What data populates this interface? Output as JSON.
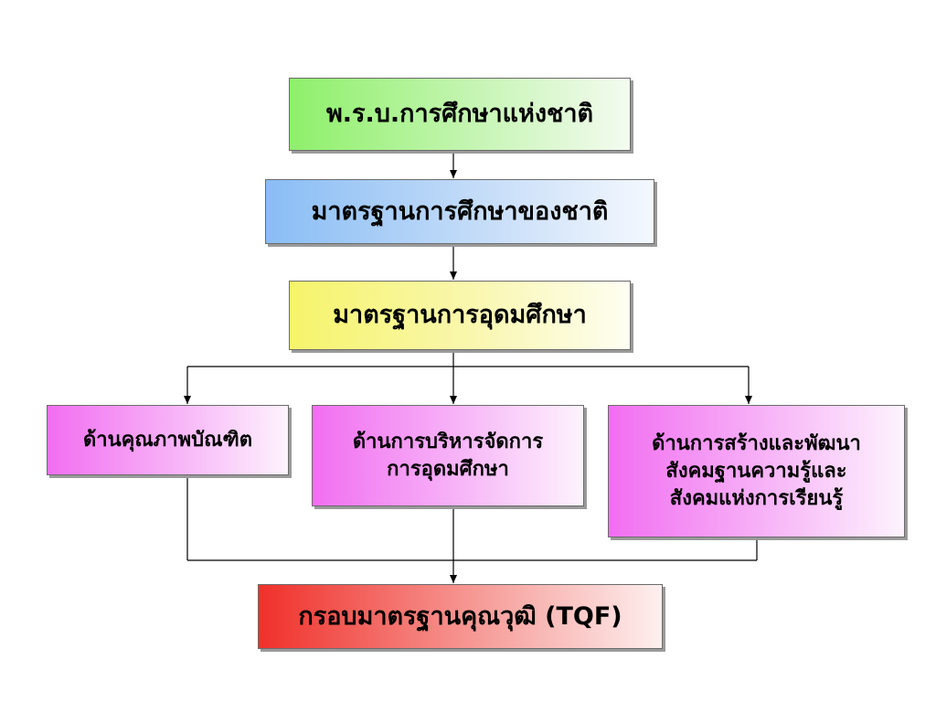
{
  "diagram": {
    "nodes": {
      "act": {
        "label": "พ.ร.บ.การศึกษาแห่งชาติ"
      },
      "national_standard": {
        "label": "มาตรฐานการศึกษาของชาติ"
      },
      "higher_ed_standard": {
        "label": "มาตรฐานการอุดมศึกษา"
      },
      "graduate_quality": {
        "label": "ด้านคุณภาพบัณฑิต"
      },
      "management": {
        "label": "ด้านการบริหารจัดการ\nการอุดมศึกษา"
      },
      "knowledge_society": {
        "label": "ด้านการสร้างและพัฒนา\nสังคมฐานความรู้และ\nสังคมแห่งการเรียนรู้"
      },
      "tqf": {
        "label": "กรอบมาตรฐานคุณวุฒิ (TQF)"
      }
    },
    "colors": {
      "act": "#8ef06a",
      "national_standard": "#89bdf5",
      "higher_ed_standard": "#f6f46a",
      "dimensions": "#f16ef1",
      "tqf": "#f0302a",
      "connector": "#000000"
    }
  }
}
